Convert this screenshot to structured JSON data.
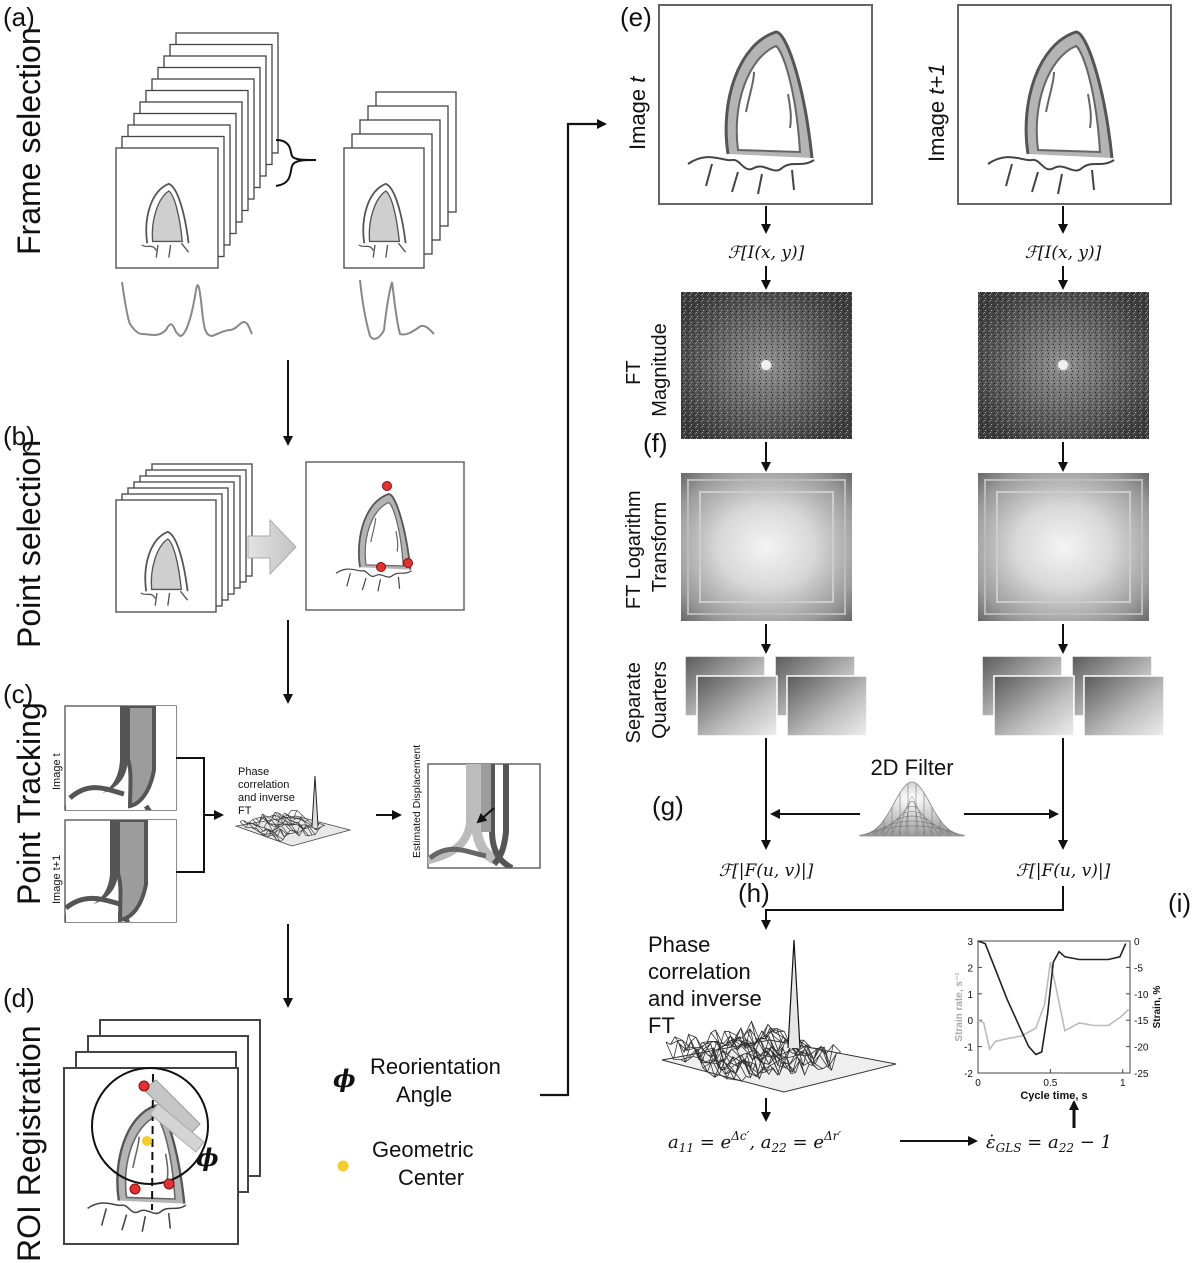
{
  "panels": {
    "a": "(a)",
    "b": "(b)",
    "c": "(c)",
    "d": "(d)",
    "e": "(e)",
    "f": "(f)",
    "g": "(g)",
    "h": "(h)",
    "i": "(i)"
  },
  "sections": {
    "frame_selection": "Frame selection",
    "point_selection": "Point selection",
    "point_tracking": "Point Tracking",
    "roi_registration": "ROI Registration"
  },
  "tracking": {
    "image_t": "Image t",
    "image_t1": "Image t+1",
    "phase_corr": [
      "Phase",
      "correlation",
      "and inverse",
      "FT"
    ],
    "estimated_disp": "Estimated Displacement"
  },
  "roi": {
    "phi_symbol": "ϕ",
    "reorientation": [
      "Reorientation",
      "Angle"
    ],
    "geometric": [
      "Geometric",
      "Center"
    ]
  },
  "right": {
    "image_t": "Image t",
    "image_t1": "Image t+1",
    "fourier": "ℱ[I(x, y)]",
    "ft_magnitude": [
      "FT",
      "Magnitude"
    ],
    "ft_log": [
      "FT Logarithm",
      "Transform"
    ],
    "separate": [
      "Separate",
      "Quarters"
    ],
    "filter": "2D Filter",
    "fourier_abs": "ℱ[|F(u, v)|]",
    "phase_corr": [
      "Phase",
      "correlation",
      "and inverse",
      "FT"
    ],
    "a_eq": "a₁₁ = e^{Δc′}, a₂₂ = e^{Δr′}",
    "strain_eq": "ε̇_GLS = a₂₂ − 1"
  },
  "chart_data": {
    "type": "line",
    "xlabel": "Cycle time, s",
    "ylabel": "Strain rate, s⁻¹",
    "y2label": "Strain, %",
    "xlim": [
      0,
      1.05
    ],
    "ylim": [
      -2,
      3
    ],
    "y2lim": [
      -25,
      0
    ],
    "xticks": [
      0,
      0.5,
      1
    ],
    "yticks": [
      -2,
      -1,
      0,
      1,
      2,
      3
    ],
    "y2ticks": [
      0,
      -5,
      -10,
      -15,
      -20,
      -25
    ],
    "series": [
      {
        "axis": "left",
        "color": "#bbbbbb",
        "x": [
          0,
          0.04,
          0.08,
          0.12,
          0.2,
          0.3,
          0.4,
          0.46,
          0.5,
          0.54,
          0.6,
          0.7,
          0.8,
          0.9,
          0.98,
          1.04
        ],
        "y": [
          0,
          -0.1,
          -1.1,
          -0.8,
          -0.7,
          -0.6,
          -0.3,
          0.6,
          2.2,
          1.2,
          -0.4,
          -0.1,
          -0.2,
          -0.2,
          0.1,
          0.4
        ]
      },
      {
        "axis": "right",
        "color": "#222222",
        "x": [
          0,
          0.05,
          0.1,
          0.2,
          0.3,
          0.35,
          0.4,
          0.44,
          0.48,
          0.52,
          0.56,
          0.6,
          0.7,
          0.8,
          0.9,
          0.98,
          1.02
        ],
        "y": [
          0,
          -0.5,
          -4,
          -11,
          -17,
          -20,
          -21.5,
          -21,
          -14,
          -4,
          -2,
          -3,
          -3.5,
          -3.5,
          -3.5,
          -3,
          -0.5
        ]
      }
    ]
  }
}
